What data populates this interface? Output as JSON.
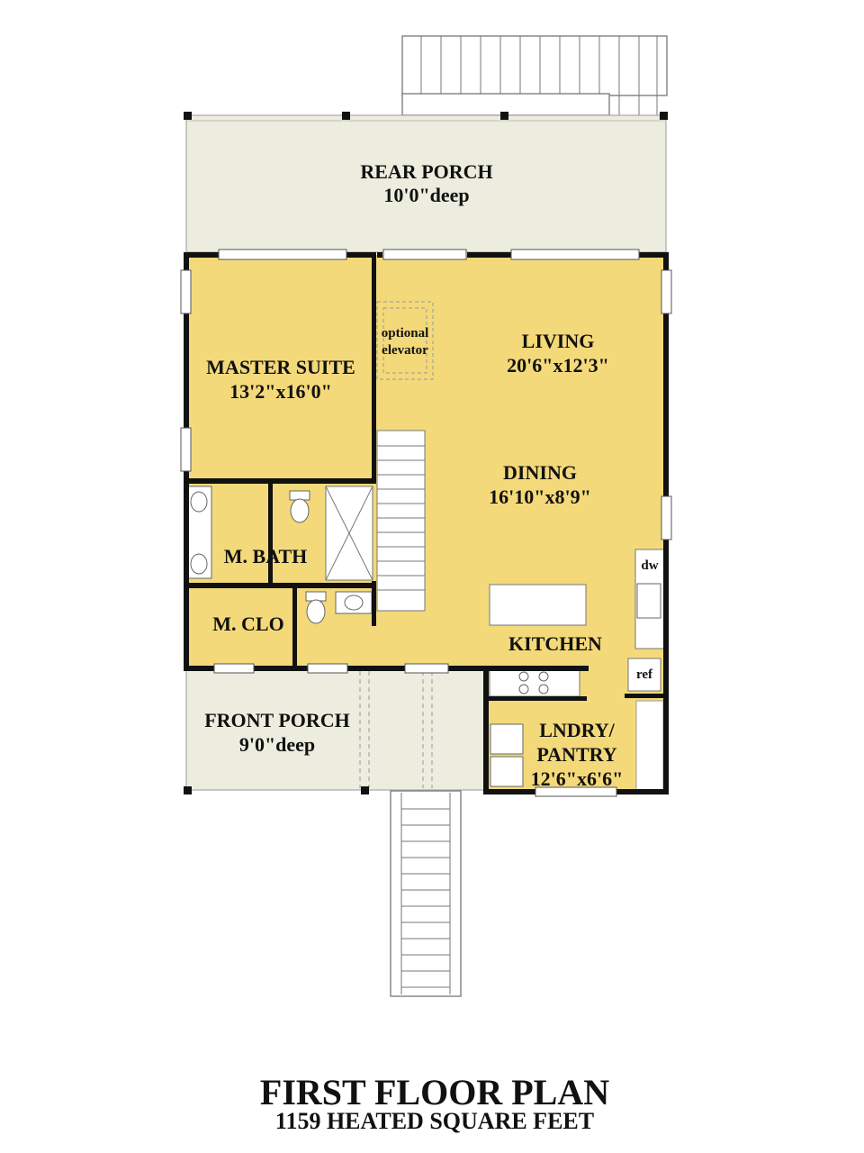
{
  "rooms": {
    "rear_porch": {
      "name": "REAR PORCH",
      "size": "10'0\"deep"
    },
    "master_suite": {
      "name": "MASTER SUITE",
      "size": "13'2\"x16'0\""
    },
    "elevator": {
      "line1": "optional",
      "line2": "elevator"
    },
    "living": {
      "name": "LIVING",
      "size": "20'6\"x12'3\""
    },
    "dining": {
      "name": "DINING",
      "size": "16'10\"x8'9\""
    },
    "master_bath": {
      "name": "M. BATH"
    },
    "master_closet": {
      "name": "M. CLO"
    },
    "kitchen": {
      "name": "KITCHEN"
    },
    "front_porch": {
      "name": "FRONT PORCH",
      "size": "9'0\"deep"
    },
    "laundry": {
      "line1": "LNDRY/",
      "line2": "PANTRY",
      "size": "12'6\"x6'6\""
    }
  },
  "appliances": {
    "dishwasher": "dw",
    "refrigerator": "ref"
  },
  "footer": {
    "title": "FIRST FLOOR PLAN",
    "subtitle": "1159 HEATED SQUARE FEET"
  },
  "colors": {
    "interior": "#f3d97a",
    "porch": "#ecedde",
    "wall": "#111111"
  }
}
